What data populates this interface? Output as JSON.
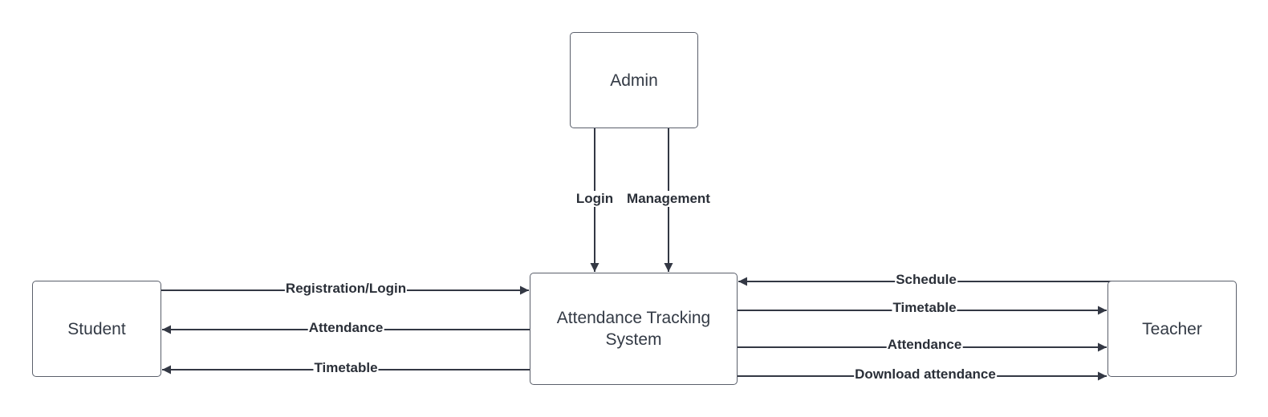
{
  "nodes": {
    "admin": "Admin",
    "ats": "Attendance Tracking System",
    "student": "Student",
    "teacher": "Teacher"
  },
  "edges": {
    "admin_login": "Login",
    "admin_management": "Management",
    "student_registration": "Registration/Login",
    "ats_student_attendance": "Attendance",
    "ats_student_timetable": "Timetable",
    "teacher_schedule": "Schedule",
    "ats_teacher_timetable": "Timetable",
    "ats_teacher_attendance": "Attendance",
    "ats_teacher_download": "Download attendance"
  },
  "colors": {
    "line": "#333844",
    "node_border": "#5a5f6b",
    "text": "#333a45"
  }
}
